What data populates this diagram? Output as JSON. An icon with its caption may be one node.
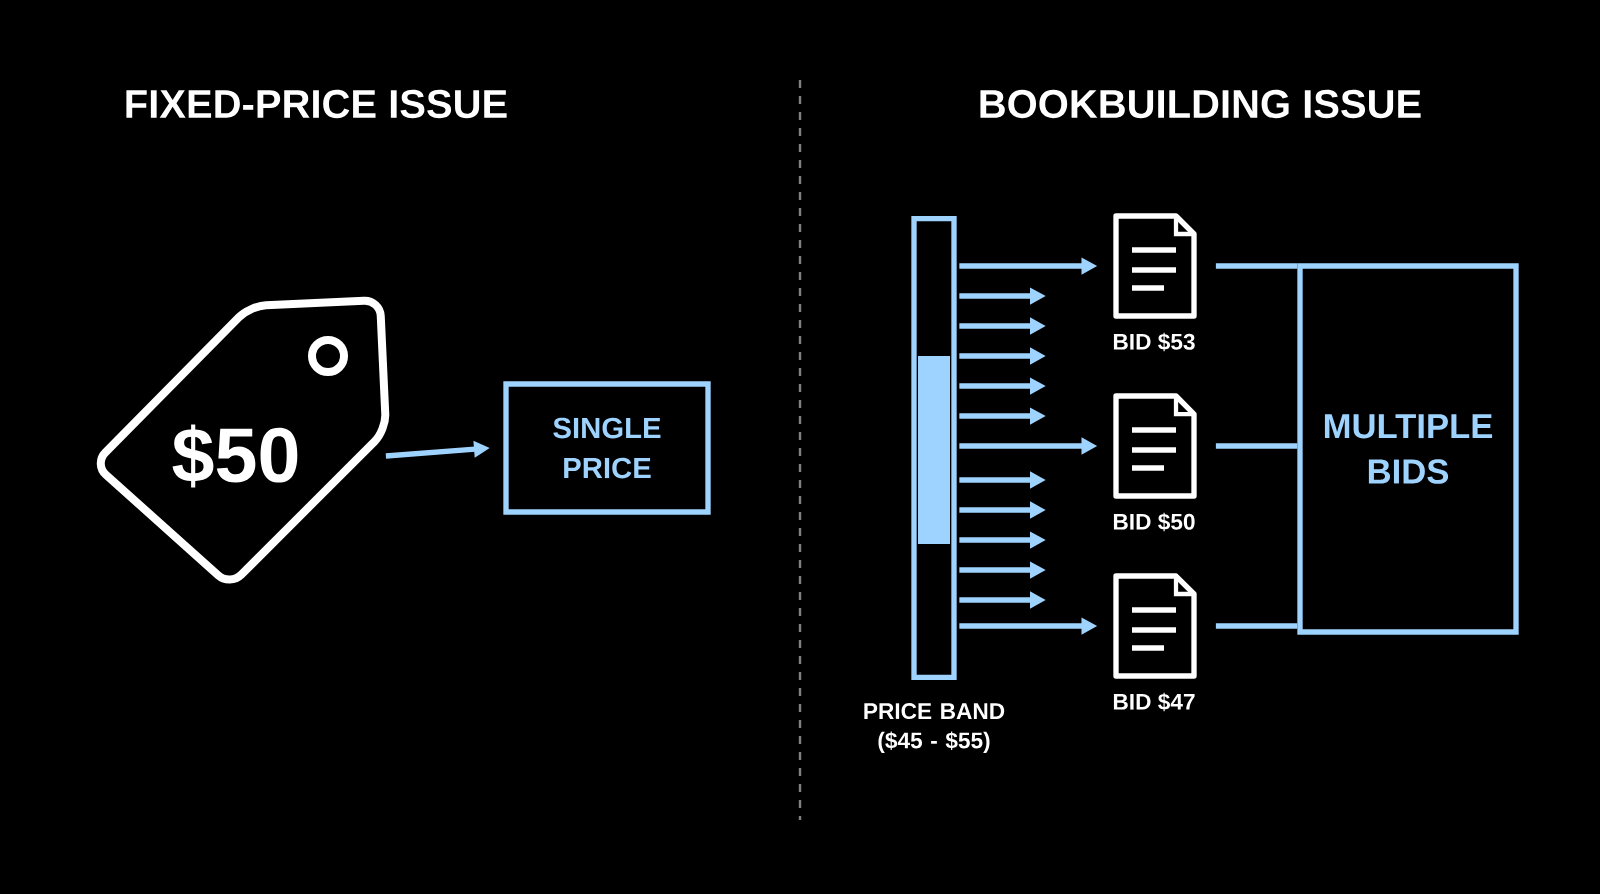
{
  "diagram": {
    "nodes": [
      {
        "text": [
          "$50"
        ]
      },
      {
        "text": [
          "SINGLE PRICE"
        ]
      },
      {
        "text": [
          "PRICE BAND ($45 - $55)"
        ]
      },
      {
        "text": [],
        "shape": "document",
        "beside": [
          "BID $53"
        ]
      },
      {
        "text": [],
        "shape": "document",
        "beside": [
          "BID $50"
        ]
      },
      {
        "text": [],
        "shape": "document",
        "beside": [
          "BID $47"
        ]
      },
      {
        "text": [
          "MULTIPLE BIDS"
        ]
      }
    ],
    "edges": [
      {
        "from": 0,
        "to": 1,
        "arrow": "to"
      },
      {
        "from": 2,
        "to": 3,
        "arrow": "to"
      },
      {
        "from": 2,
        "to": null,
        "arrow": "to"
      },
      {
        "from": 2,
        "to": null,
        "arrow": "to"
      },
      {
        "from": 2,
        "to": null,
        "arrow": "to"
      },
      {
        "from": 2,
        "to": null,
        "arrow": "to"
      },
      {
        "from": 2,
        "to": null,
        "arrow": "to"
      },
      {
        "from": 2,
        "to": 4,
        "arrow": "to"
      },
      {
        "from": 2,
        "to": null,
        "arrow": "to"
      },
      {
        "from": 2,
        "to": null,
        "arrow": "to"
      },
      {
        "from": 2,
        "to": null,
        "arrow": "to"
      },
      {
        "from": 2,
        "to": null,
        "arrow": "to"
      },
      {
        "from": 2,
        "to": null,
        "arrow": "to"
      },
      {
        "from": 2,
        "to": 5,
        "arrow": "to"
      },
      {
        "from": 3,
        "to": 6,
        "arrow": "none"
      },
      {
        "from": 4,
        "to": 6,
        "arrow": "none"
      },
      {
        "from": 5,
        "to": 6,
        "arrow": "none"
      }
    ],
    "labels": [
      "FIXED-PRICE ISSUE",
      "BOOKBUILDING ISSUE"
    ]
  }
}
